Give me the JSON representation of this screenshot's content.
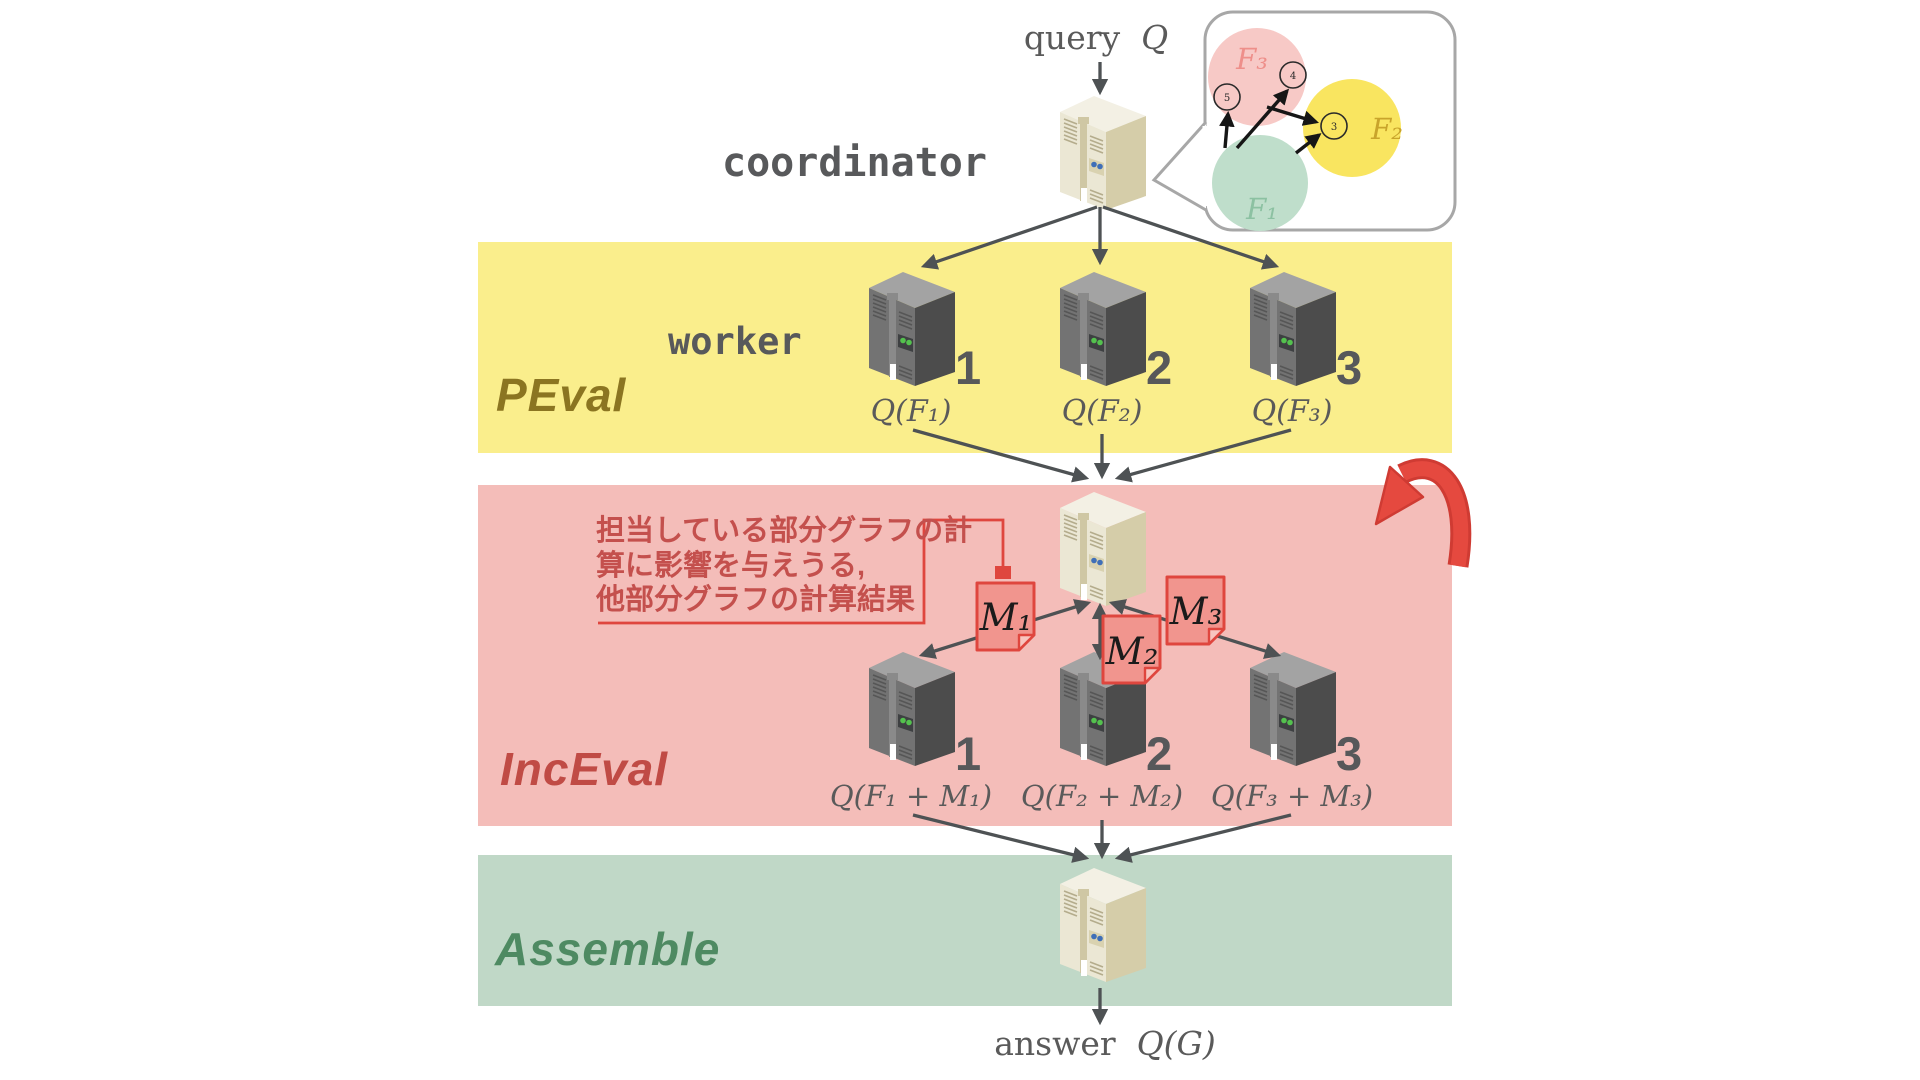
{
  "top": {
    "query_word": "query",
    "query_symbol": "Q",
    "coordinator_label": "coordinator"
  },
  "bubble": {
    "f3_label": "F₃",
    "f2_label": "F₂",
    "f1_label": "F₁",
    "node5": "5",
    "node4": "4",
    "node3": "3"
  },
  "peval": {
    "stage_label": "PEval",
    "worker_label": "worker",
    "workers": [
      {
        "number": "1",
        "result": "Q(F₁)"
      },
      {
        "number": "2",
        "result": "Q(F₂)"
      },
      {
        "number": "3",
        "result": "Q(F₃)"
      }
    ]
  },
  "inceval": {
    "stage_label": "IncEval",
    "annotation_lines": [
      "担当している部分グラフの計",
      "算に影響を与えうる,",
      "他部分グラフの計算結果"
    ],
    "messages": [
      {
        "label": "M₁"
      },
      {
        "label": "M₂"
      },
      {
        "label": "M₃"
      }
    ],
    "workers": [
      {
        "number": "1",
        "result": "Q(F₁ + M₁)"
      },
      {
        "number": "2",
        "result": "Q(F₂ + M₂)"
      },
      {
        "number": "3",
        "result": "Q(F₃ + M₃)"
      }
    ]
  },
  "assemble": {
    "stage_label": "Assemble",
    "answer_word": "answer",
    "answer_symbol": "Q(G)"
  },
  "colors": {
    "peval_band": "#FAEE8C",
    "inceval_band": "#F4BDB9",
    "assemble_band": "#C0D8C7",
    "peval_text": "#8B7521",
    "inceval_text": "#C04B45",
    "assemble_text": "#4E8A62",
    "annotation_red": "#C4504D",
    "message_note_fill": "#F1958E",
    "message_note_border": "#DF463E",
    "loop_arrow_red": "#E5493F",
    "arrow_gray": "#4E5254",
    "fragment_f1": "#BFDECB",
    "fragment_f2": "#F9E560",
    "fragment_f3": "#F7C9C6"
  }
}
